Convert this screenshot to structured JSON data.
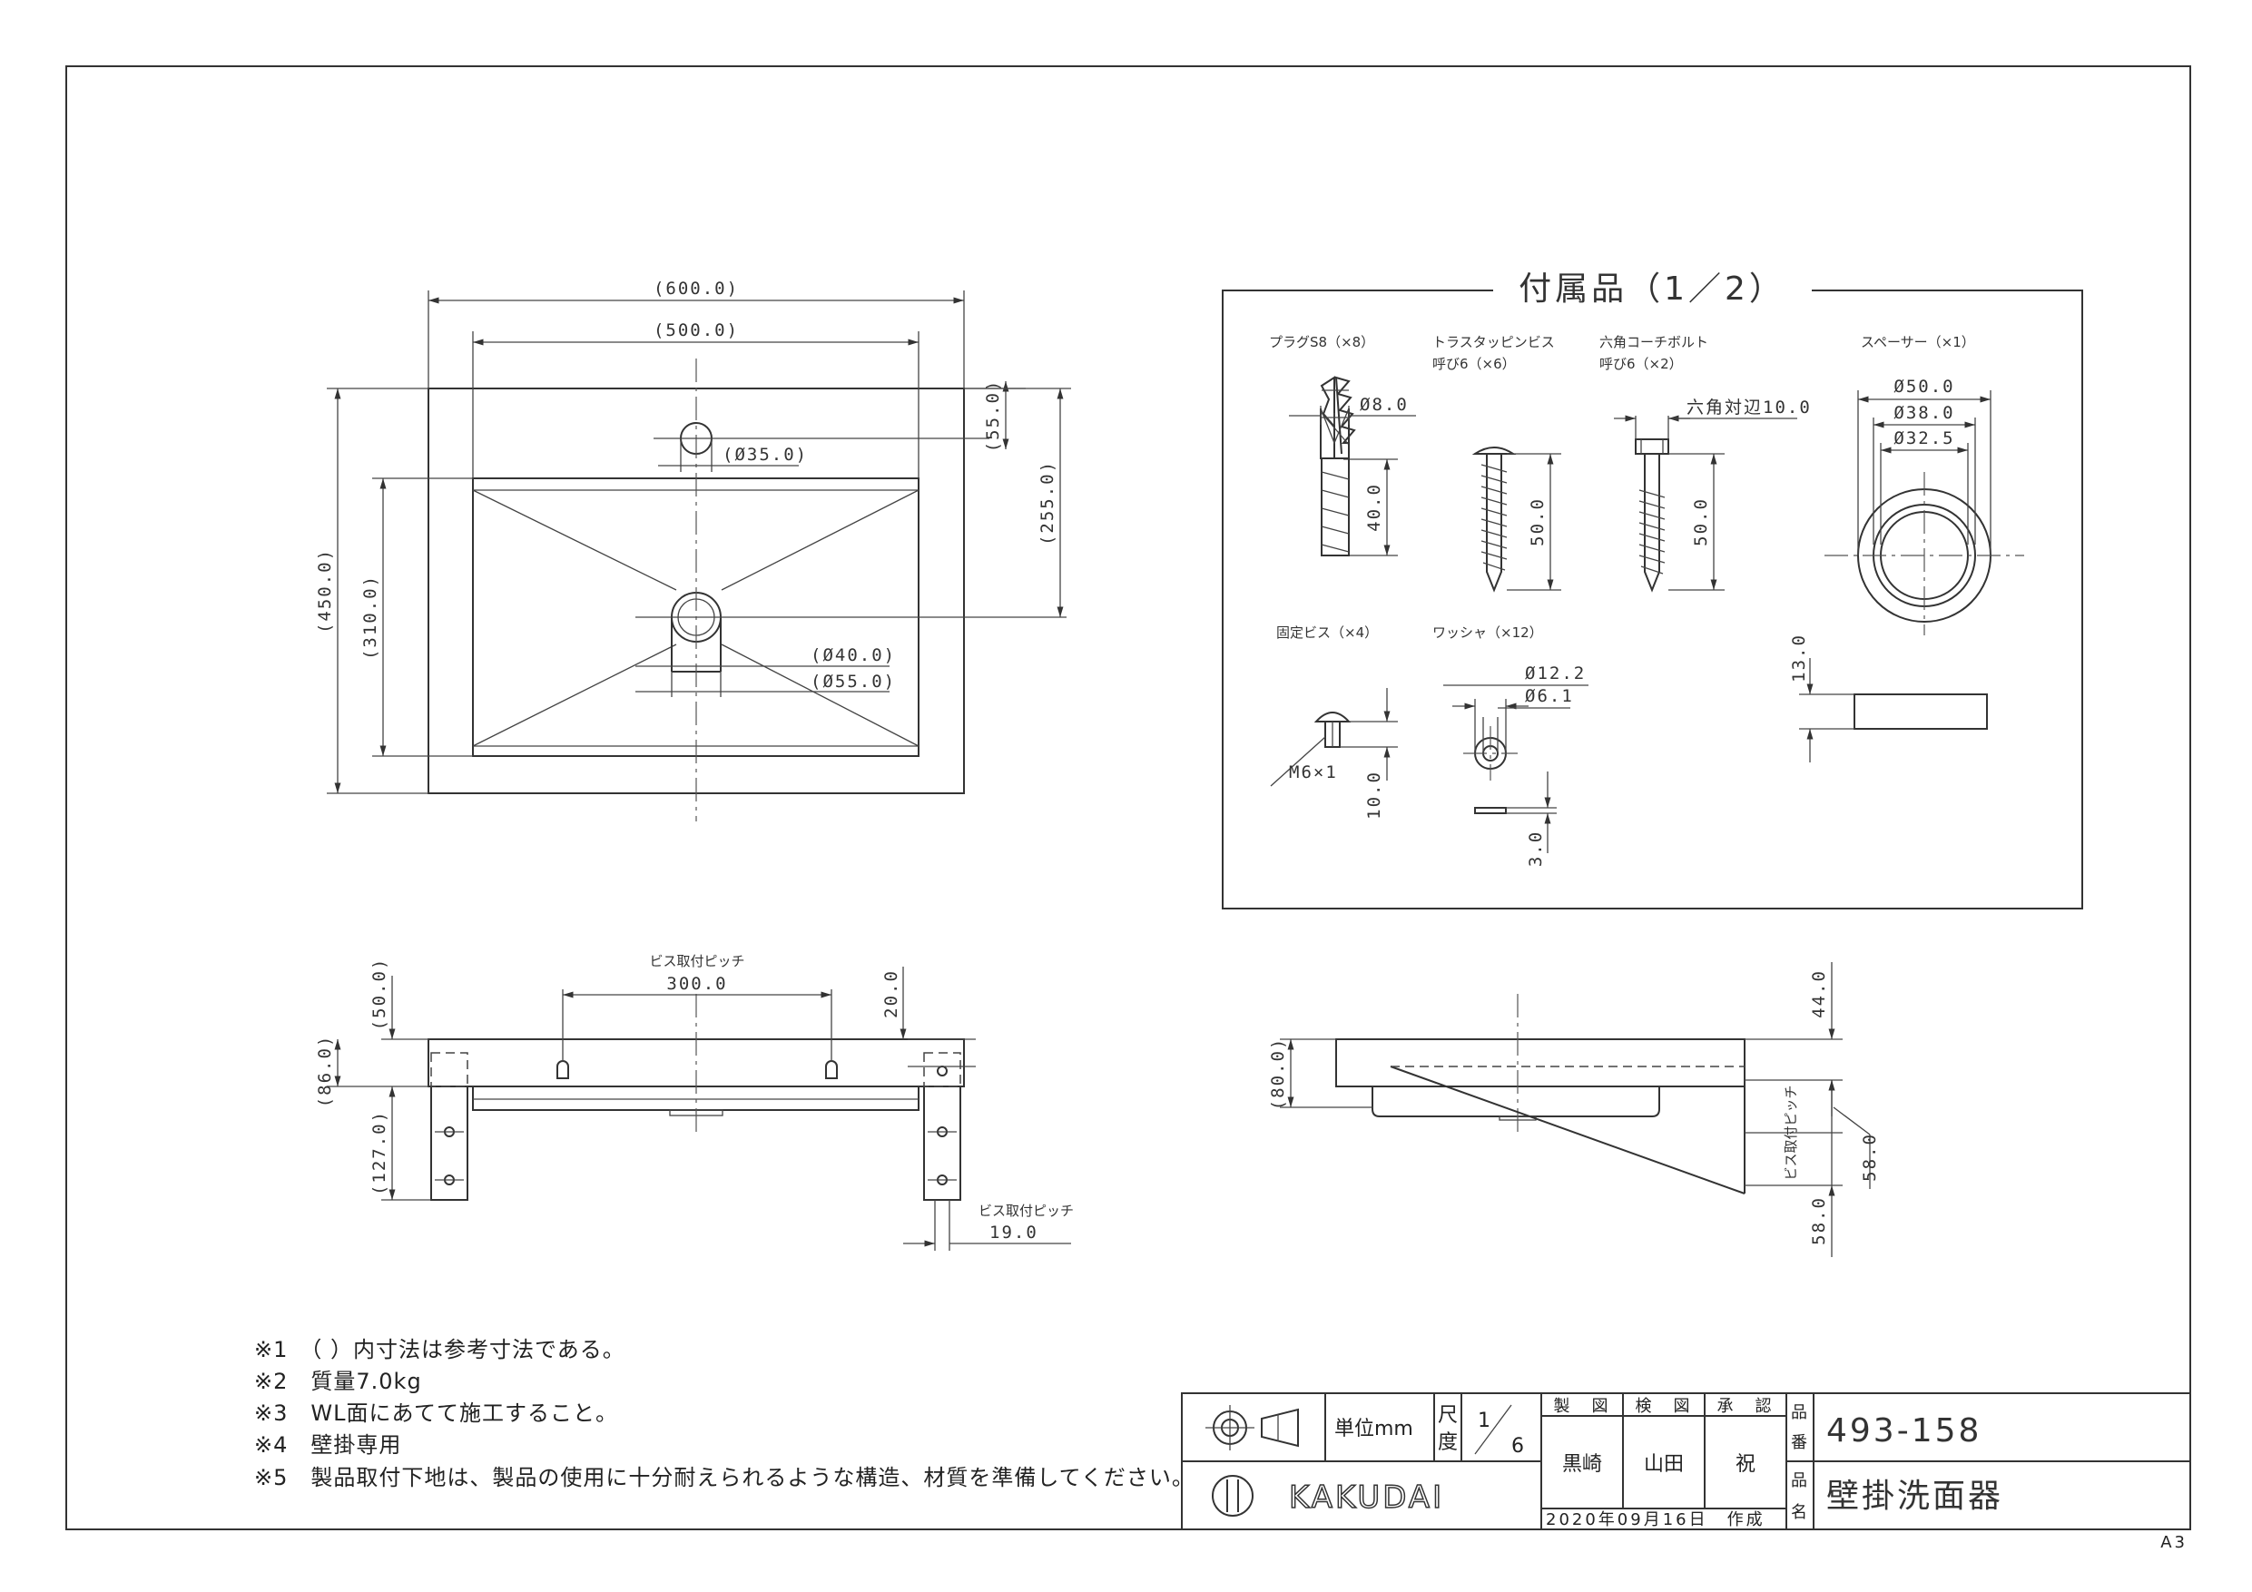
{
  "top_view": {
    "dims": {
      "w600": "(600.0)",
      "w500": "(500.0)",
      "h450": "(450.0)",
      "h310": "(310.0)",
      "d55a": "(55.0)",
      "d255": "(255.0)",
      "d35": "(Ø35.0)",
      "d40": "(Ø40.0)",
      "d55b": "(Ø55.0)"
    }
  },
  "accessories": {
    "title": "付属品（1／2）",
    "plug": {
      "label": "プラグS8（×8）",
      "d_dia": "Ø8.0",
      "d_len": "40.0"
    },
    "truss_screw": {
      "label1": "トラスタッピンビス",
      "label2": "呼び6（×6）",
      "d_len": "50.0"
    },
    "coach_bolt": {
      "label1": "六角コーチボルト",
      "label2": "呼び6（×2）",
      "d_hex": "六角対辺10.0",
      "d_len": "50.0"
    },
    "spacer": {
      "label": "スペーサー（×1）",
      "d1": "Ø50.0",
      "d2": "Ø38.0",
      "d3": "Ø32.5",
      "d_h": "13.0"
    },
    "fix_screw": {
      "label": "固定ビス（×4）",
      "thread": "M6×1",
      "d_len": "10.0"
    },
    "washer": {
      "label": "ワッシャ（×12）",
      "d1": "Ø12.2",
      "d2": "Ø6.1",
      "d_t": "3.0"
    }
  },
  "front_view": {
    "pitch_label": "ビス取付ピッチ",
    "pitch": "300.0",
    "d50": "(50.0)",
    "d86": "(86.0)",
    "d127": "(127.0)",
    "d20": "20.0",
    "pitch2_label": "ビス取付ピッチ",
    "pitch2": "19.0"
  },
  "side_view": {
    "d80": "(80.0)",
    "d44": "44.0",
    "pitch_label": "ビス取付ピッチ",
    "d58a": "58.0",
    "d58b": "58.0"
  },
  "notes": [
    "※1　（ ）内寸法は参考寸法である。",
    "※2　質量7.0kg",
    "※3　WL面にあてて施工すること。",
    "※4　壁掛専用",
    "※5　製品取付下地は、製品の使用に十分耐えられるような構造、材質を準備してください。"
  ],
  "title_block": {
    "unit": "単位mm",
    "scale_label1": "尺",
    "scale_label2": "度",
    "scale_num": "1",
    "scale_den": "6",
    "made_label": "製　図",
    "check_label": "検　図",
    "approve_label": "承　認",
    "made": "黒崎",
    "check": "山田",
    "approve": "祝",
    "date": "2020年09月16日　作成",
    "no_label1": "品",
    "no_label2": "番",
    "name_label1": "品",
    "name_label2": "名",
    "part_no": "493-158",
    "part_name": "壁掛洗面器",
    "company": "KAKUDAI",
    "size": "A3"
  }
}
